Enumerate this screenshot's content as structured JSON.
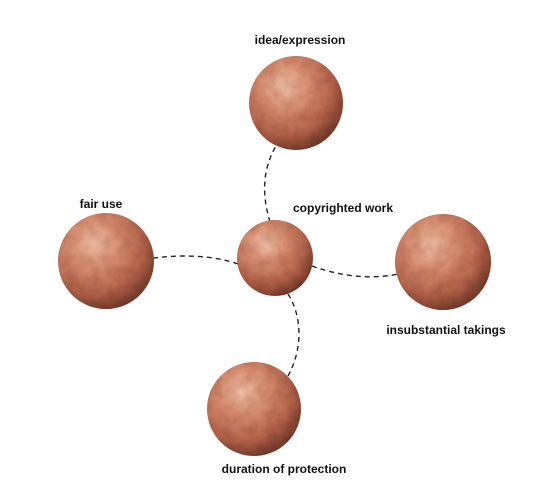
{
  "nodes": {
    "center": {
      "label": "copyrighted work"
    },
    "top": {
      "label": "idea/expression"
    },
    "left": {
      "label": "fair use"
    },
    "right": {
      "label": "insubstantial takings"
    },
    "bottom": {
      "label": "duration of protection"
    }
  },
  "colors": {
    "sphere_light": "#f2b79a",
    "sphere_mid": "#d8886a",
    "sphere_dark": "#8a4a36",
    "connector": "#222222",
    "label": "#111111"
  }
}
